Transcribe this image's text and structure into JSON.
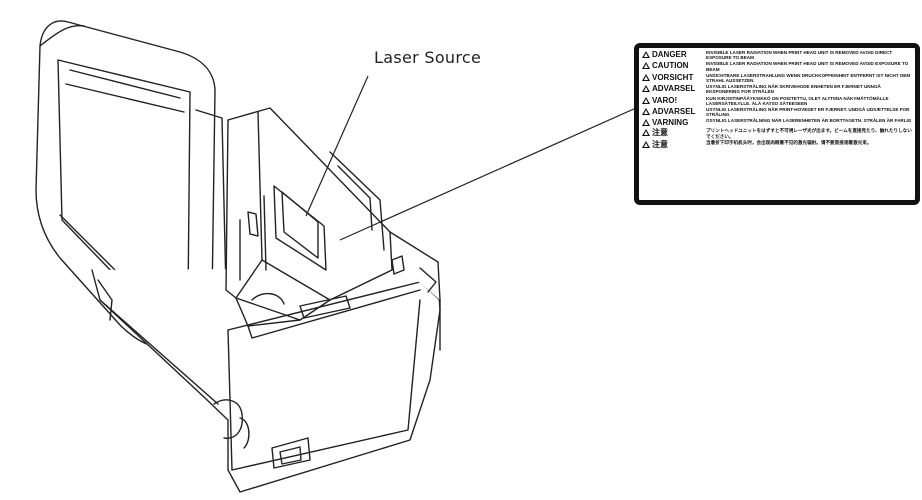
{
  "callout": {
    "laser_source": "Laser Source"
  },
  "warning_label": {
    "rows": [
      {
        "head": "DANGER",
        "text": "INVISIBLE LASER RADIATION WHEN PRINT HEAD UNIT IS REMOVED AVOID DIRECT EXPOSURE TO BEAM"
      },
      {
        "head": "CAUTION",
        "text": "INVISIBLE LASER RADIATION WHEN PRINT HEAD UNIT IS REMOVED AVOID EXPOSURE TO BEAM"
      },
      {
        "head": "VORSICHT",
        "text": "UNSICHTBARE LASERSTRAHLUNG WENN DRUCKKOPFEINHEIT ENTFERNT IST NICHT DEM STRAHL AUSSETZEN"
      },
      {
        "head": "ADVARSEL",
        "text": "USYNLIG LASERSTRÅLING NÅR SKRIVEHODE ENHETEN ER FJERNET UNNGÅ EKSPONERING FOR STRÅLEN"
      },
      {
        "head": "VARO!",
        "text": "KUN KIRJOITINPÄÄYKSIKKÖ ON POISTETTU, OLET ALTTIINA NÄKYMÄTTÖMÄLLE LASERSÄTEILYLLE. ÄLÄ KATSO SÄTEESEEN"
      },
      {
        "head": "ADVARSEL",
        "text": "USYNLIG LASERSTRÅLING NÅR PRINT-HOVEDET ER FJERNET. UNDGÅ UDSÆTTELSE FOR STRÅLING"
      },
      {
        "head": "VARNING",
        "text": "OSYNLIG LASERSTRÅLNING NÄR LASERENHETEN ÄR BORTTAGETN. STRÅLEN ÄR FARLIG"
      },
      {
        "head": "注意",
        "text": "プリントヘッドユニットをはずすと不可視レーザ光が出ます。ビームを直接見たり、触れたりしないでください。"
      },
      {
        "head": "注意",
        "text": "当意折下印字机机头时，会出现肉眼看不见的激光辐射。请不要直接观看激光束。"
      }
    ]
  }
}
